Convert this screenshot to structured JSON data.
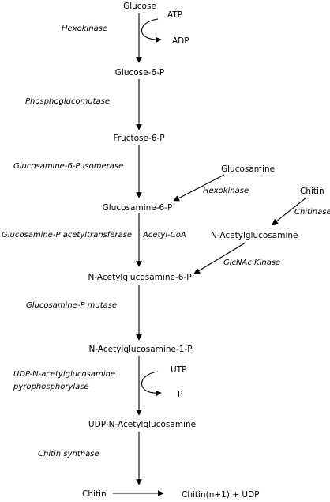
{
  "nodes": {
    "glucose": "Glucose",
    "atp": "ATP",
    "adp": "ADP",
    "g6p": "Glucose-6-P",
    "f6p": "Fructose-6-P",
    "glucosamine": "Glucosamine",
    "gn6p": "Glucosamine-6-P",
    "chitin_src": "Chitin",
    "glcnac": "N-Acetylglucosamine",
    "glcnac6p": "N-Acetylglucosamine-6-P",
    "glcnac1p": "N-Acetylglucosamine-1-P",
    "utp": "UTP",
    "p": "P",
    "udp_glcnac": "UDP-N-Acetylglucosamine",
    "chitin": "Chitin",
    "chitin_n1": "Chitin(n+1) + UDP"
  },
  "enzymes": {
    "hexokinase_1": "Hexokinase",
    "phosphoglucomutase": "Phosphoglucomutase",
    "gn6p_isomerase": "Glucosamine-6-P isomerase",
    "hexokinase_2": "Hexokinase",
    "chitinase": "Chitinase",
    "gnp_acetyltransferase": "Glucosamine-P acetyltransferase",
    "acetyl_coa": "Acetyl-CoA",
    "glcnac_kinase": "GlcNAc Kinase",
    "gnp_mutase": "Glucosamine-P mutase",
    "udp_pyro_line1": "UDP-N-acetylglucosamine",
    "udp_pyro_line2": "pyrophosphorylase",
    "chitin_synthase": "Chitin synthase"
  }
}
